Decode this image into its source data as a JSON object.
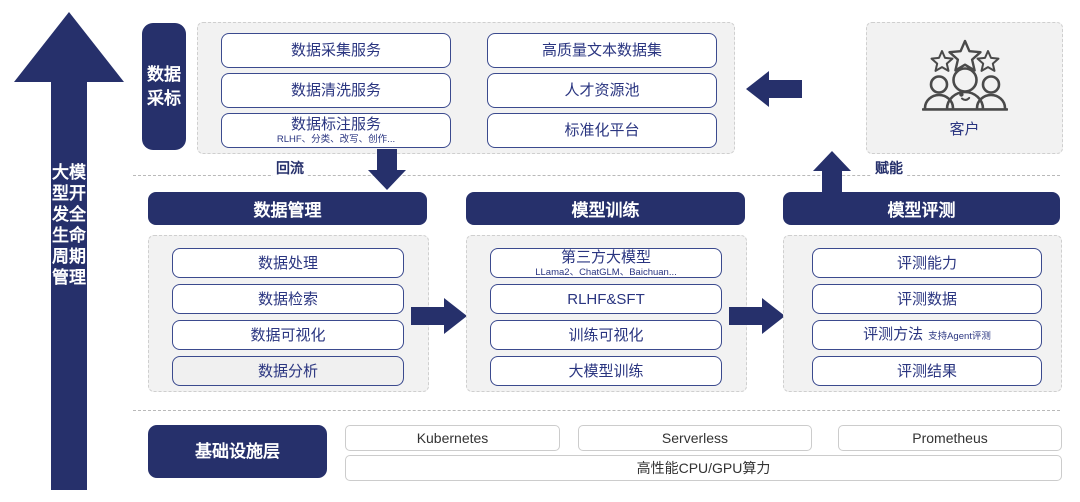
{
  "lifecycle_arrow": {
    "label": "大模型开发全生命周期管理"
  },
  "data_collection": {
    "side_label": "数据采标",
    "left_items": [
      {
        "title": "数据采集服务",
        "sub": ""
      },
      {
        "title": "数据清洗服务",
        "sub": ""
      },
      {
        "title": "数据标注服务",
        "sub": "RLHF、分类、改写、创作..."
      }
    ],
    "right_items": [
      {
        "title": "高质量文本数据集",
        "sub": ""
      },
      {
        "title": "人才资源池",
        "sub": ""
      },
      {
        "title": "标准化平台",
        "sub": ""
      }
    ]
  },
  "customer": {
    "label": "客户",
    "icon": "customer-group-stars-icon"
  },
  "flows": {
    "backflow_label": "回流",
    "empower_label": "赋能",
    "backflow_arrow": "arrow-down-icon",
    "empower_arrow": "arrow-up-icon",
    "customer_arrow": "arrow-left-icon",
    "stage_arrow_1": "arrow-right-icon",
    "stage_arrow_2": "arrow-right-icon"
  },
  "columns": [
    {
      "header": "数据管理",
      "items": [
        {
          "title": "数据处理",
          "sub": "",
          "inline_sub": "",
          "fill": "white"
        },
        {
          "title": "数据检索",
          "sub": "",
          "inline_sub": "",
          "fill": "white"
        },
        {
          "title": "数据可视化",
          "sub": "",
          "inline_sub": "",
          "fill": "white"
        },
        {
          "title": "数据分析",
          "sub": "",
          "inline_sub": "",
          "fill": "grey"
        }
      ]
    },
    {
      "header": "模型训练",
      "items": [
        {
          "title": "第三方大模型",
          "sub": "LLama2、ChatGLM、Baichuan...",
          "inline_sub": "",
          "fill": "white"
        },
        {
          "title": "RLHF&SFT",
          "sub": "",
          "inline_sub": "",
          "fill": "white"
        },
        {
          "title": "训练可视化",
          "sub": "",
          "inline_sub": "",
          "fill": "white"
        },
        {
          "title": "大模型训练",
          "sub": "",
          "inline_sub": "",
          "fill": "white"
        }
      ]
    },
    {
      "header": "模型评测",
      "items": [
        {
          "title": "评测能力",
          "sub": "",
          "inline_sub": "",
          "fill": "white"
        },
        {
          "title": "评测数据",
          "sub": "",
          "inline_sub": "",
          "fill": "white"
        },
        {
          "title": "评测方法",
          "sub": "",
          "inline_sub": "支持Agent评测",
          "fill": "white"
        },
        {
          "title": "评测结果",
          "sub": "",
          "inline_sub": "",
          "fill": "white"
        }
      ]
    }
  ],
  "infrastructure": {
    "label": "基础设施层",
    "top_items": [
      "Kubernetes",
      "Serverless",
      "Prometheus"
    ],
    "bottom_item": "高性能CPU/GPU算力"
  },
  "colors": {
    "navy": "#26306b",
    "box_border": "#3b4a8e",
    "panel_bg": "#f2f2f2",
    "dashed": "#b9b9b9",
    "icon_grey": "#4a4a4a"
  }
}
